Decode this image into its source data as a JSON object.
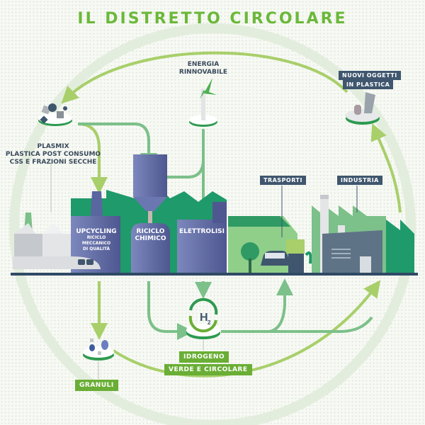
{
  "title": "IL DISTRETTO CIRCOLARE",
  "nodes": {
    "plasmix": {
      "lines": [
        "PLASMIX",
        "PLASTICA POST CONSUMO",
        "CSS E FRAZIONI SECCHE"
      ]
    },
    "energia": {
      "lines": [
        "ENERGIA",
        "RINNOVABILE"
      ]
    },
    "nuovi_oggetti": {
      "lines": [
        "NUOVI OGGETTI",
        "IN PLASTICA"
      ]
    },
    "trasporti": {
      "label": "TRASPORTI"
    },
    "industria": {
      "label": "INDUSTRIA"
    },
    "granuli": {
      "label": "GRANULI"
    },
    "idrogeno": {
      "lines": [
        "IDROGENO",
        "VERDE E CIRCOLARE"
      ],
      "symbol": "H",
      "subscript": "2"
    }
  },
  "plants": {
    "upcycling": {
      "title": "UPCYCLING",
      "sub": [
        "RICICLO",
        "MECCANICO",
        "DI QUALITÀ"
      ]
    },
    "riciclo_chimico": {
      "lines": [
        "RICICLO",
        "CHIMICO"
      ]
    },
    "elettrolisi": {
      "title": "ELETTROLISI"
    }
  },
  "icons": [
    "plastic-waste-icon",
    "wind-turbine-icon",
    "plastic-objects-icon",
    "granules-icon",
    "hydrogen-cycle-icon",
    "train-icon",
    "car-icon",
    "tree-icon",
    "fuel-pump-icon",
    "factory-icon"
  ],
  "colors": {
    "title_green": "#6bb83a",
    "flow_light": "#a8cf6a",
    "flow_mid": "#7cc08a",
    "factory_green": "#1f9a6a",
    "plant_blue": "#5a66a0",
    "tag_navy": "#3f566e",
    "tag_green": "#6aae35"
  }
}
